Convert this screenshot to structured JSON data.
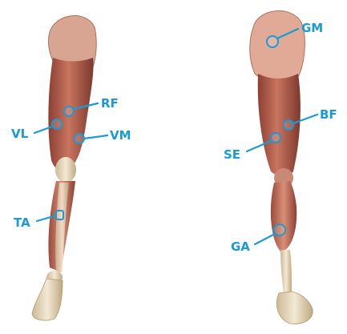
{
  "figure": {
    "label_color": "#1b9ad6",
    "skin_colors": {
      "muscle": "#b9624f",
      "muscle_light": "#dea08c",
      "bone": "#e9dcc2"
    },
    "front_view": {
      "labels": {
        "rf": "RF",
        "vl": "VL",
        "vm": "VM",
        "ta": "TA"
      }
    },
    "back_view": {
      "labels": {
        "gm": "GM",
        "bf": "BF",
        "se": "SE",
        "ga": "GA"
      }
    }
  }
}
